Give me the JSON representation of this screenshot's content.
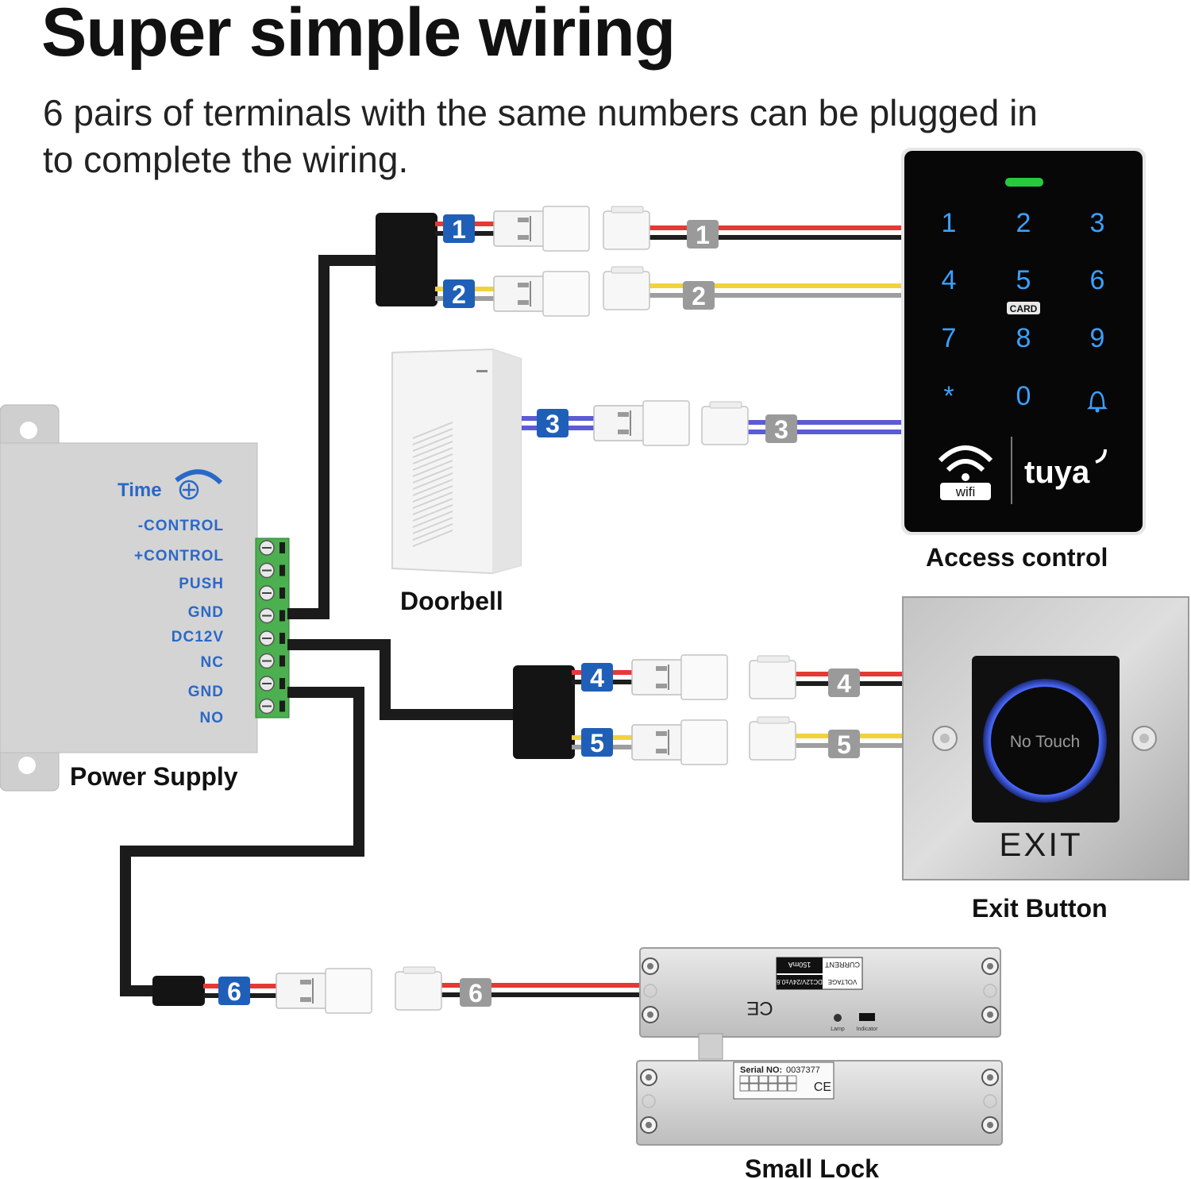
{
  "header": {
    "title": "Super simple wiring",
    "subtitle": "6 pairs of terminals with the same numbers can be plugged in to complete the wiring."
  },
  "power_supply": {
    "caption": "Power Supply",
    "time_label": "Time",
    "terminal_labels": [
      "-CONTROL",
      "+CONTROL",
      "PUSH",
      "GND",
      "DC12V",
      "NC",
      "GND",
      "NO"
    ]
  },
  "keypad": {
    "caption": "Access control",
    "keys": [
      "1",
      "2",
      "3",
      "4",
      "5",
      "6",
      "7",
      "8",
      "9",
      "*",
      "0",
      "bell-icon"
    ],
    "card_label": "CARD",
    "wifi_label": "wifi",
    "brand_label": "tuya"
  },
  "doorbell": {
    "caption": "Doorbell"
  },
  "exit_button": {
    "caption": "Exit Button",
    "sensor_label": "No Touch",
    "exit_label": "EXIT"
  },
  "lock": {
    "caption": "Small Lock",
    "current_label": "CURRENT",
    "current_value": "150mA",
    "voltage_label": "VOLTAGE",
    "voltage_value": "DC12V/24V±0.6",
    "serial_label": "Serial NO:",
    "serial_value": "0037377",
    "lamp_label": "Lamp",
    "indicator_label": "Indicator"
  },
  "terminal_pairs": [
    "1",
    "2",
    "3",
    "4",
    "5",
    "6"
  ],
  "colors": {
    "number_tag_blue": "#1f5fb8",
    "number_tag_gray": "#9a9a9a",
    "wire_red": "#e53935",
    "wire_black": "#1e1e1e",
    "wire_yellow": "#f2d23c",
    "wire_gray": "#9e9e9e",
    "wire_blue": "#5b5bd6",
    "label_blue": "#2a68c8",
    "keypad_glow": "#3aa0ff",
    "exit_ring": "#3c5cff"
  }
}
